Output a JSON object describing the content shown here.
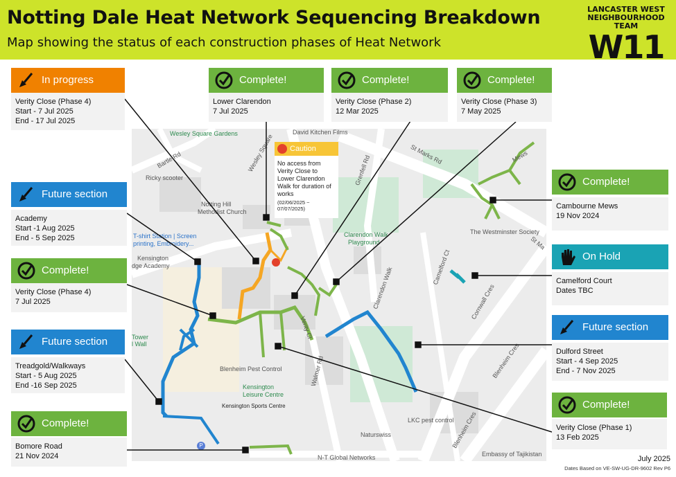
{
  "header": {
    "title": "Notting Dale Heat Network Sequencing Breakdown",
    "subtitle": "Map showing the status of each construction phases of Heat Network"
  },
  "logo": {
    "line1": "LANCASTER WEST",
    "line2": "NEIGHBOURHOOD TEAM",
    "line3": "W11"
  },
  "colors": {
    "complete": "#6db33f",
    "in_progress": "#f08100",
    "future": "#2185cf",
    "on_hold": "#1aa3b4",
    "caution": "#f7c537",
    "header_bg": "#cde32a"
  },
  "caution": {
    "label": "Caution",
    "text": "No access from Verity Close to Lower Clarendon Walk for duration of works",
    "dates": "(02/06/2025 ~ 07/07/2025)"
  },
  "cards": {
    "in_progress_vc4": {
      "status": "In progress",
      "icon": "shovel-icon",
      "line1": "Verity Close (Phase 4)",
      "line2": "Start - 7 Jul 2025",
      "line3": "End - 17 Jul 2025"
    },
    "lower_clarendon": {
      "status": "Complete!",
      "icon": "check-circle-icon",
      "line1": "Lower Clarendon",
      "line2": "7 Jul 2025"
    },
    "vc2": {
      "status": "Complete!",
      "icon": "check-circle-icon",
      "line1": "Verity Close (Phase 2)",
      "line2": "12 Mar 2025"
    },
    "vc3": {
      "status": "Complete!",
      "icon": "check-circle-icon",
      "line1": "Verity Close (Phase 3)",
      "line2": "7 May 2025"
    },
    "academy": {
      "status": "Future section",
      "icon": "shovel-icon",
      "line1": "Academy",
      "line2": "Start -1 Aug 2025",
      "line3": "End - 5 Sep 2025"
    },
    "cambourne": {
      "status": "Complete!",
      "icon": "check-circle-icon",
      "line1": "Cambourne Mews",
      "line2": "19 Nov 2024"
    },
    "vc4_complete": {
      "status": "Complete!",
      "icon": "check-circle-icon",
      "line1": "Verity Close (Phase 4)",
      "line2": "7 Jul 2025"
    },
    "camelford": {
      "status": "On Hold",
      "icon": "hand-icon",
      "line1": "Camelford Court",
      "line2": "Dates TBC"
    },
    "treadgold": {
      "status": "Future section",
      "icon": "shovel-icon",
      "line1": "Treadgold/Walkways",
      "line2": "Start - 5 Aug 2025",
      "line3": "End -16 Sep 2025"
    },
    "dulford": {
      "status": "Future section",
      "icon": "shovel-icon",
      "line1": "Dulford Street",
      "line2": "Start - 4 Sep 2025",
      "line3": "End - 7 Nov 2025"
    },
    "bomore": {
      "status": "Complete!",
      "icon": "check-circle-icon",
      "line1": "Bomore Road",
      "line2": "21 Nov 2024"
    },
    "vc1": {
      "status": "Complete!",
      "icon": "check-circle-icon",
      "line1": "Verity Close (Phase 1)",
      "line2": "13 Feb 2025"
    }
  },
  "map_labels": {
    "wesley_gardens": "Wesley Square Gardens",
    "david_kitchen": "David Kitchen Films",
    "ricky": "Ricky scooter",
    "methodist1": "Notting Hill",
    "methodist2": "Methodist Church",
    "tshirt1": "T-shirt Station | Screen",
    "tshirt2": "printing, Embroidery...",
    "kensington_academy1": "Kensington",
    "kensington_academy2": "dge Academy",
    "clarendon_walk1": "Clarendon Walk",
    "clarendon_walk2": "Playground",
    "westminster": "The Westminster Society",
    "tower1": "Tower",
    "tower2": "l Wall",
    "blenheim_pest": "Blenheim Pest Control",
    "leisure1": "Kensington",
    "leisure2": "Leisure Centre",
    "sports": "Kensington Sports Centre",
    "lkc": "LKC pest control",
    "naturswiss": "Naturswiss",
    "nt_global": "N-T Global Networks",
    "tajik": "Embassy of Tajikistan",
    "st_marks": "St Marks Rd",
    "st_marks2": "St Ma",
    "camelford_ct": "Camelford Ct",
    "cornwall": "Cornwall Cres",
    "blenheim_cres": "Blenheim Cres",
    "blenheim_cres2": "Blenheim Cres",
    "walmer": "Walmer Rd",
    "clarendon_walk_road": "Clarendon Walk",
    "bartle": "Bartle Rd",
    "wesley_sq": "Wesley Square",
    "grenfell": "Grenfell Rd",
    "verity": "Verity Cl",
    "mews": "Mews",
    "pin_p": "P"
  },
  "footer": {
    "date": "July 2025",
    "source": "Dates Based on VE-SW-UG-DR-9602 Rev P6"
  }
}
